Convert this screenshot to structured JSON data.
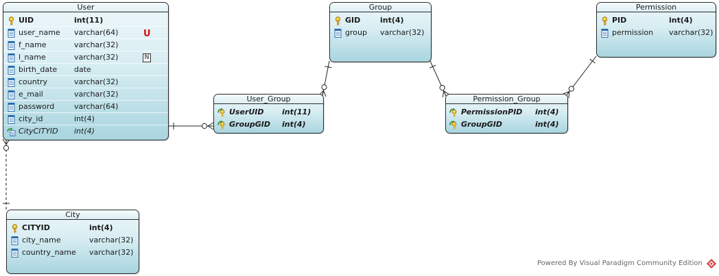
{
  "entities": {
    "user": {
      "title": "User",
      "columns": [
        {
          "name": "UID",
          "type": "int(11)",
          "key": "pk"
        },
        {
          "name": "user_name",
          "type": "varchar(64)",
          "key": "col",
          "badge": "U"
        },
        {
          "name": "f_name",
          "type": "varchar(32)",
          "key": "col"
        },
        {
          "name": "l_name",
          "type": "varchar(32)",
          "key": "col",
          "badge": "N"
        },
        {
          "name": "birth_date",
          "type": "date",
          "key": "col"
        },
        {
          "name": "country",
          "type": "varchar(32)",
          "key": "col"
        },
        {
          "name": "e_mail",
          "type": "varchar(32)",
          "key": "col"
        },
        {
          "name": "password",
          "type": "varchar(64)",
          "key": "col"
        },
        {
          "name": "city_id",
          "type": "int(4)",
          "key": "col"
        },
        {
          "name": "CityCITYID",
          "type": "int(4)",
          "key": "fk"
        }
      ]
    },
    "group": {
      "title": "Group",
      "columns": [
        {
          "name": "GID",
          "type": "int(4)",
          "key": "pk"
        },
        {
          "name": "group",
          "type": "varchar(32)",
          "key": "col"
        }
      ]
    },
    "permission": {
      "title": "Permission",
      "columns": [
        {
          "name": "PID",
          "type": "int(4)",
          "key": "pk"
        },
        {
          "name": "permission",
          "type": "varchar(32)",
          "key": "col"
        }
      ]
    },
    "user_group": {
      "title": "User_Group",
      "columns": [
        {
          "name": "UserUID",
          "type": "int(11)",
          "key": "pkfk"
        },
        {
          "name": "GroupGID",
          "type": "int(4)",
          "key": "pkfk"
        }
      ]
    },
    "permission_group": {
      "title": "Permission_Group",
      "columns": [
        {
          "name": "PermissionPID",
          "type": "int(4)",
          "key": "pkfk"
        },
        {
          "name": "GroupGID",
          "type": "int(4)",
          "key": "pkfk"
        }
      ]
    },
    "city": {
      "title": "City",
      "columns": [
        {
          "name": "CITYID",
          "type": "int(4)",
          "key": "pk"
        },
        {
          "name": "city_name",
          "type": "varchar(32)",
          "key": "col"
        },
        {
          "name": "country_name",
          "type": "varchar(32)",
          "key": "col"
        }
      ]
    }
  },
  "relationships": [
    {
      "from": "user",
      "to": "user_group",
      "one_end": "user",
      "many_end": "user_group"
    },
    {
      "from": "group",
      "to": "user_group",
      "one_end": "group",
      "many_end": "user_group"
    },
    {
      "from": "group",
      "to": "permission_group",
      "one_end": "group",
      "many_end": "permission_group"
    },
    {
      "from": "permission",
      "to": "permission_group",
      "one_end": "permission",
      "many_end": "permission_group"
    },
    {
      "from": "city",
      "to": "user",
      "one_end": "city",
      "many_end": "user",
      "style": "dashed"
    }
  ],
  "icons": {
    "pk": "key-icon",
    "col": "column-icon",
    "fk": "foreign-key-icon",
    "pkfk": "primary-foreign-key-icon",
    "footer": "visual-paradigm-logo-icon"
  },
  "colors": {
    "entity_top": "#eef7fa",
    "entity_bottom": "#a9d5df",
    "unique_badge": "#cc1111",
    "key_gold": "#e0b020",
    "fk_green": "#3a8a2a"
  },
  "footer": {
    "text": "Powered By Visual Paradigm Community Edition"
  }
}
